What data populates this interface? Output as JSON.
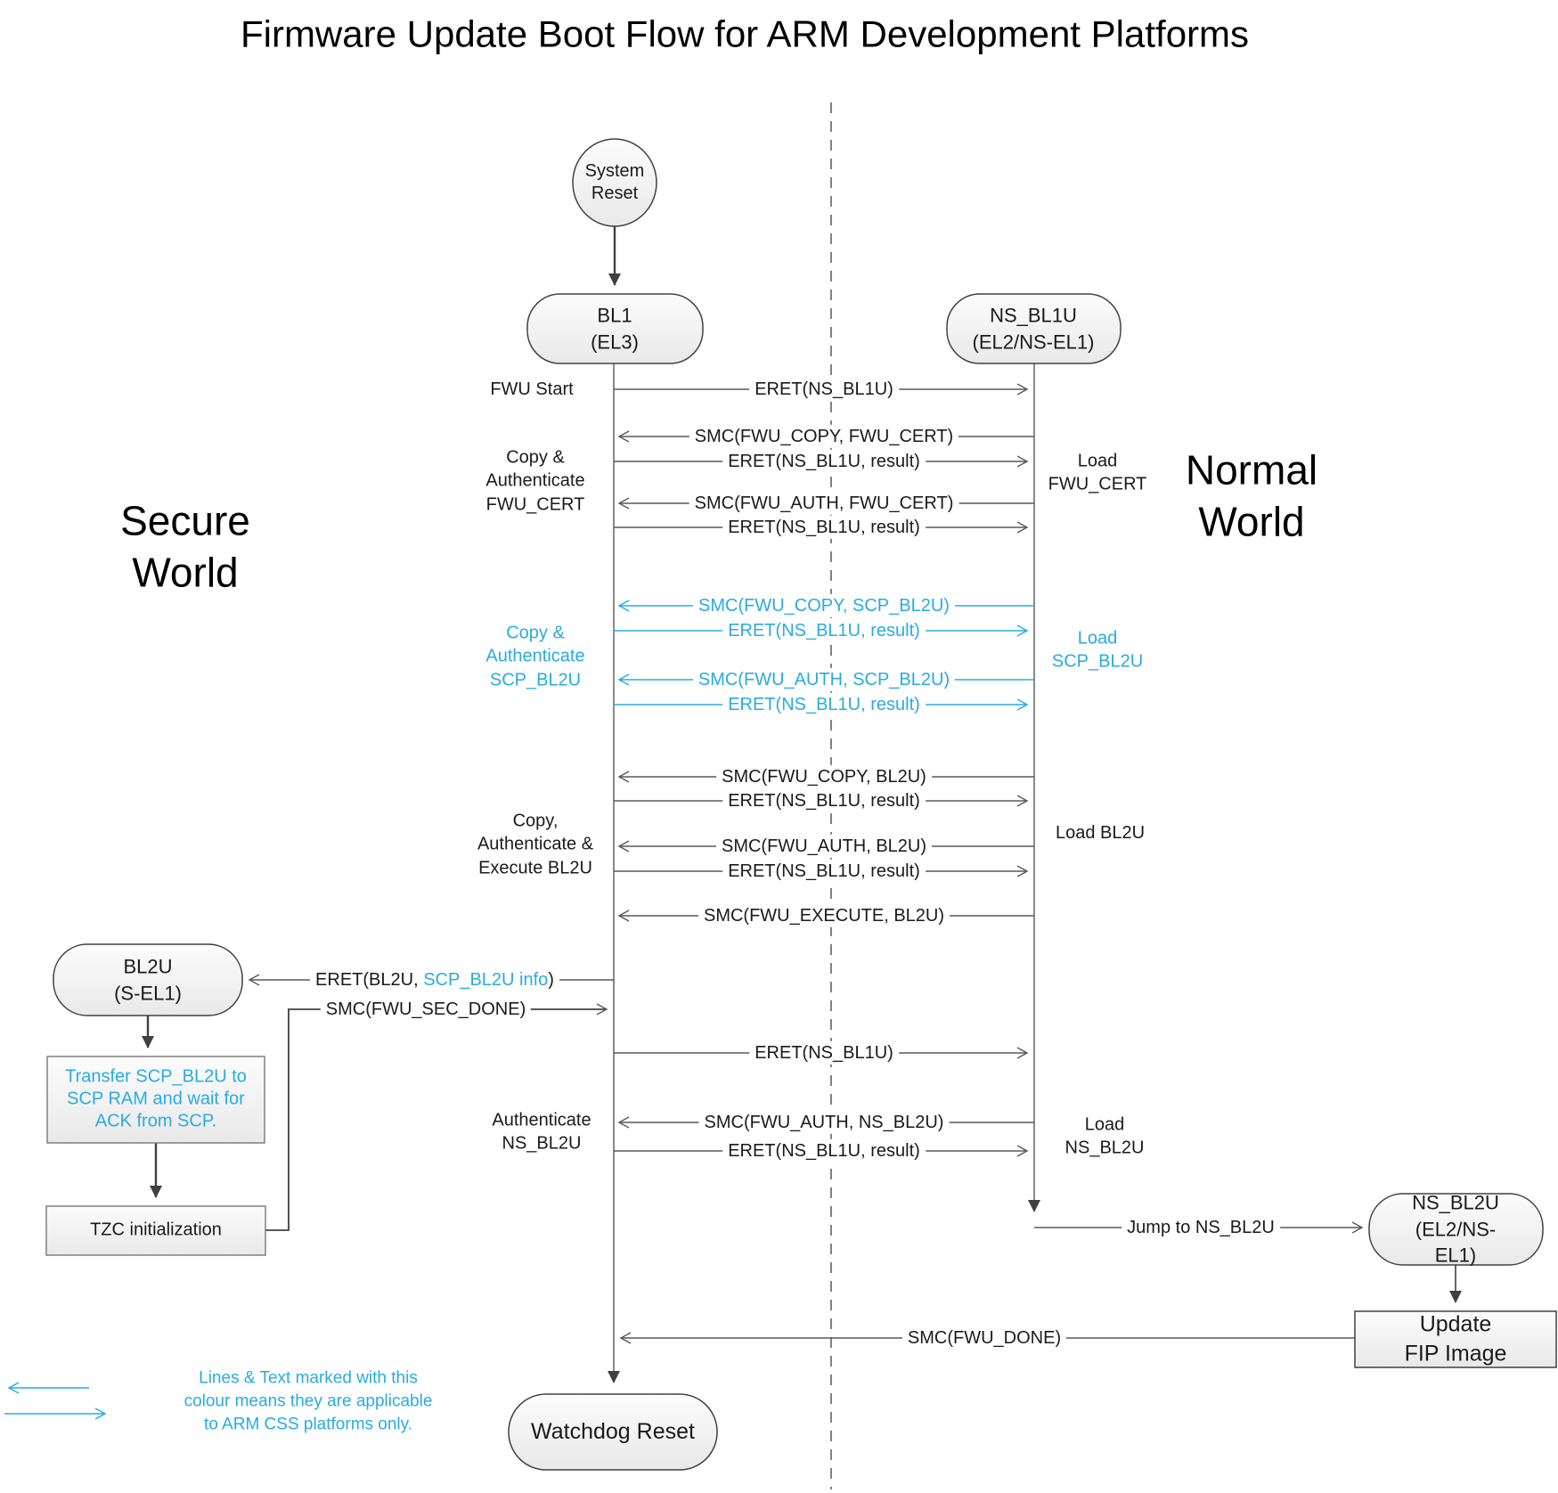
{
  "title": "Firmware Update Boot Flow for ARM Development Platforms",
  "world_labels": {
    "secure": "Secure\nWorld",
    "normal": "Normal\nWorld"
  },
  "colors": {
    "accent_blue": "#29ABE2",
    "line_gray": "#595959",
    "flow_dark": "#404040",
    "node_fill_top": "#fcfcfc",
    "node_fill_bottom": "#e9e9e9"
  },
  "nodes": {
    "system_reset": "System\nReset",
    "bl1": "BL1\n(EL3)",
    "ns_bl1u": "NS_BL1U\n(EL2/NS-EL1)",
    "bl2u": "BL2U\n(S-EL1)",
    "transfer_scp": "Transfer SCP_BL2U to\nSCP RAM and wait for\nACK from SCP.",
    "tzc": "TZC initialization",
    "ns_bl2u": "NS_BL2U\n(EL2/NS-EL1)",
    "update_fip": "Update FIP Image",
    "watchdog": "Watchdog Reset"
  },
  "messages": {
    "eret_ns_bl1u_1": "ERET(NS_BL1U)",
    "smc_copy_cert": "SMC(FWU_COPY, FWU_CERT)",
    "eret_result_1": "ERET(NS_BL1U, result)",
    "smc_auth_cert": "SMC(FWU_AUTH, FWU_CERT)",
    "eret_result_2": "ERET(NS_BL1U, result)",
    "smc_copy_scp": "SMC(FWU_COPY, SCP_BL2U)",
    "eret_result_3": "ERET(NS_BL1U, result)",
    "smc_auth_scp": "SMC(FWU_AUTH, SCP_BL2U)",
    "eret_result_4": "ERET(NS_BL1U, result)",
    "smc_copy_bl2u": "SMC(FWU_COPY, BL2U)",
    "eret_result_5": "ERET(NS_BL1U, result)",
    "smc_auth_bl2u": "SMC(FWU_AUTH, BL2U)",
    "eret_result_6": "ERET(NS_BL1U, result)",
    "smc_execute": "SMC(FWU_EXECUTE, BL2U)",
    "eret_bl2u_p1": "ERET(BL2U, ",
    "eret_bl2u_p2": "SCP_BL2U info",
    "eret_bl2u_p3": ")",
    "smc_sec_done": "SMC(FWU_SEC_DONE)",
    "eret_ns_bl1u_2": "ERET(NS_BL1U)",
    "smc_auth_nsbl2u": "SMC(FWU_AUTH, NS_BL2U)",
    "eret_result_7": "ERET(NS_BL1U, result)",
    "jump_ns_bl2u": "Jump to NS_BL2U",
    "smc_done": "SMC(FWU_DONE)"
  },
  "activity_labels": {
    "fwu_start": "FWU Start",
    "copy_auth_fwu_cert": "Copy &\nAuthenticate\nFWU_CERT",
    "copy_auth_scp_bl2u": "Copy &\nAuthenticate\nSCP_BL2U",
    "copy_auth_exec_bl2u": "Copy,\nAuthenticate &\nExecute BL2U",
    "authenticate_ns_bl2u": "Authenticate\nNS_BL2U",
    "load_fwu_cert": "Load\nFWU_CERT",
    "load_scp_bl2u": "Load\nSCP_BL2U",
    "load_bl2u": "Load BL2U",
    "load_ns_bl2u": "Load\nNS_BL2U"
  },
  "legend": {
    "note": "Lines & Text marked with this\ncolour means they are applicable\nto ARM CSS platforms only."
  }
}
